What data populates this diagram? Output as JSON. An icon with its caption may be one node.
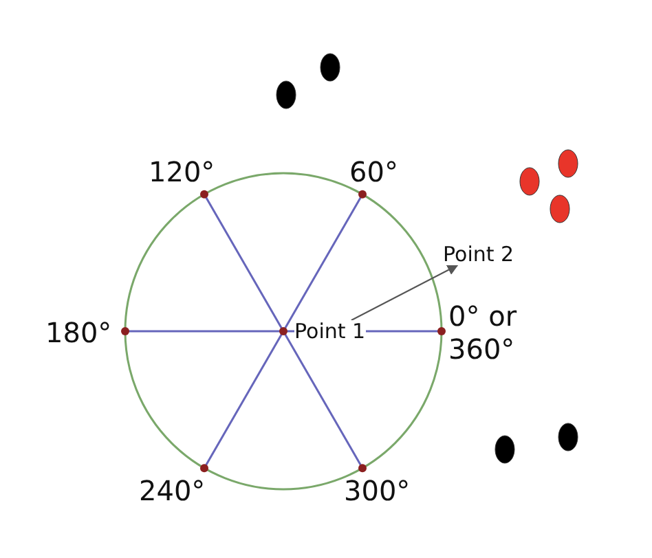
{
  "diagram": {
    "nodes": [
      {
        "text": [
          "Point 1"
        ]
      },
      {
        "text": [
          "Point 2"
        ]
      }
    ],
    "edges": [
      {
        "from": 0,
        "to": 1,
        "arrow": "to"
      }
    ],
    "labels": [
      "120°",
      "60°",
      "180°",
      "0° or 360°",
      "240°",
      "300°"
    ]
  }
}
